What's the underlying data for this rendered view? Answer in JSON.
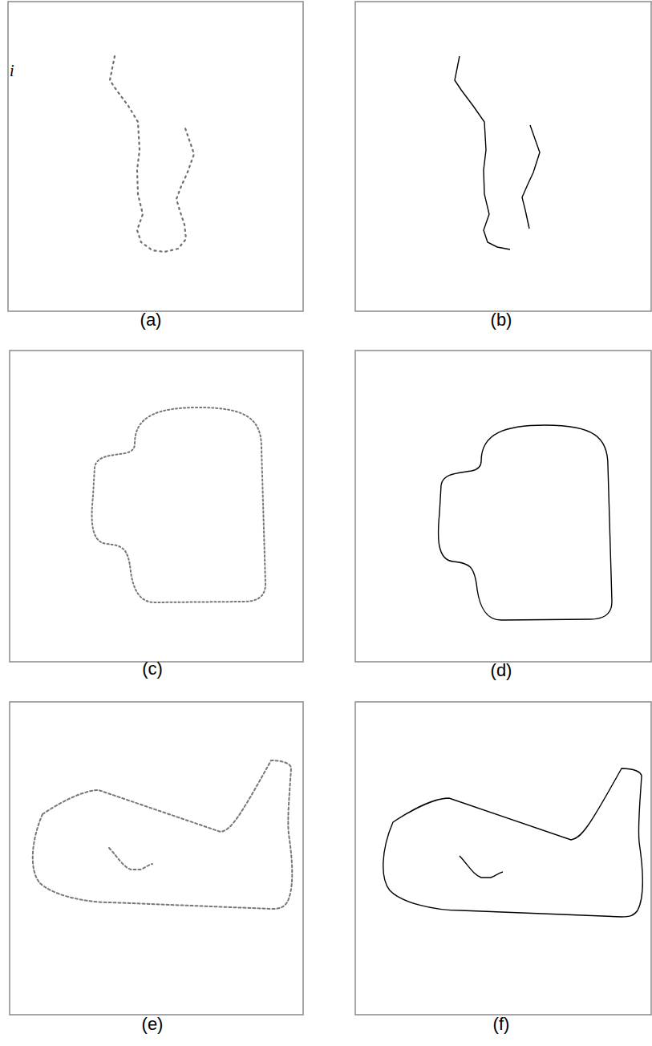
{
  "diagram": {
    "labels": [
      "i",
      "(a)",
      "(b)",
      "(c)",
      "(d)",
      "(e)",
      "(f)"
    ]
  }
}
